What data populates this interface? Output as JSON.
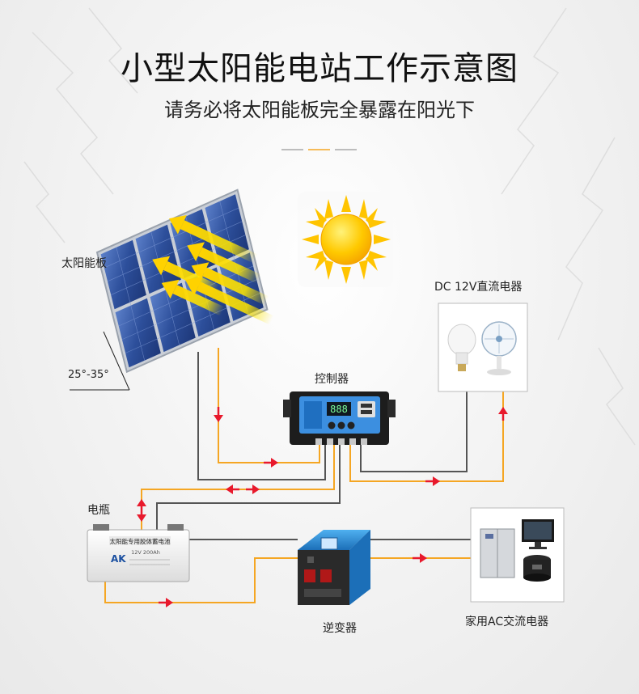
{
  "header": {
    "title": "小型太阳能电站工作示意图",
    "subtitle": "请务必将太阳能板完全暴露在阳光下"
  },
  "components": {
    "solar_panel": "太阳能板",
    "tilt_angle": "25°-35°",
    "dc_load": "DC 12V直流电器",
    "controller": "控制器",
    "battery": "电瓶",
    "inverter": "逆变器",
    "ac_load": "家用AC交流电器"
  },
  "device_text": {
    "controller_display": "888",
    "battery_brand": "AK",
    "battery_title": "太阳能专用胶体蓄电池",
    "battery_spec": "12V 200Ah"
  },
  "colors": {
    "wire_positive": "#f5a623",
    "wire_negative": "#555555",
    "arrow": "#e8192c",
    "sun": "#ffc400",
    "panel": "#2d4f9b",
    "inverter": "#2a8ad4",
    "divider_accent": "#f5a623"
  }
}
